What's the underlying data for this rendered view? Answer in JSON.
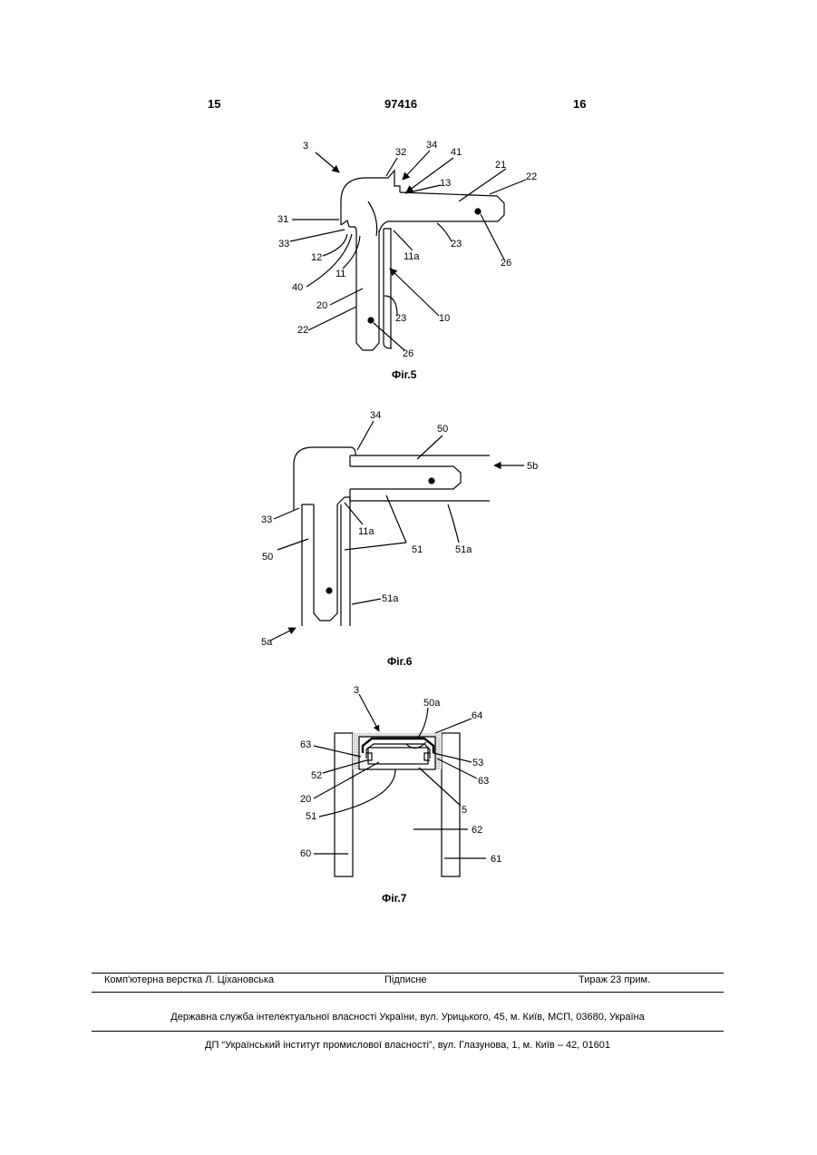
{
  "header": {
    "page_left": "15",
    "doc_number": "97416",
    "page_right": "16"
  },
  "figures": {
    "fig5": {
      "caption": "Фіг.5",
      "labels": {
        "l3": "3",
        "l32": "32",
        "l34": "34",
        "l41": "41",
        "l21": "21",
        "l22a": "22",
        "l13": "13",
        "l31": "31",
        "l33": "33",
        "l12": "12",
        "l11a": "11a",
        "l23a": "23",
        "l26a": "26",
        "l40": "40",
        "l11": "11",
        "l10": "10",
        "l20": "20",
        "l23b": "23",
        "l22b": "22",
        "l26b": "26"
      }
    },
    "fig6": {
      "caption": "Фіг.6",
      "labels": {
        "l34": "34",
        "l50a": "50",
        "l5b": "5b",
        "l33": "33",
        "l11a": "11a",
        "l51": "51",
        "l51a1": "51a",
        "l50b": "50",
        "l51a2": "51a",
        "l5a": "5a"
      }
    },
    "fig7": {
      "caption": "Фіг.7",
      "labels": {
        "l3": "3",
        "l50a": "50a",
        "l64": "64",
        "l63a": "63",
        "l53": "53",
        "l52": "52",
        "l63b": "63",
        "l20": "20",
        "l5": "5",
        "l51": "51",
        "l62": "62",
        "l60": "60",
        "l61": "61"
      }
    }
  },
  "footer": {
    "layout": "Комп'ютерна верстка Л. Ціхановська",
    "signed": "Підписне",
    "circulation": "Тираж 23 прим.",
    "agency": "Державна служба інтелектуальної власності України, вул. Урицького, 45, м. Київ, МСП, 03680, Україна",
    "institute": "ДП “Український інститут промислової власності”, вул. Глазунова, 1, м. Київ – 42, 01601"
  }
}
